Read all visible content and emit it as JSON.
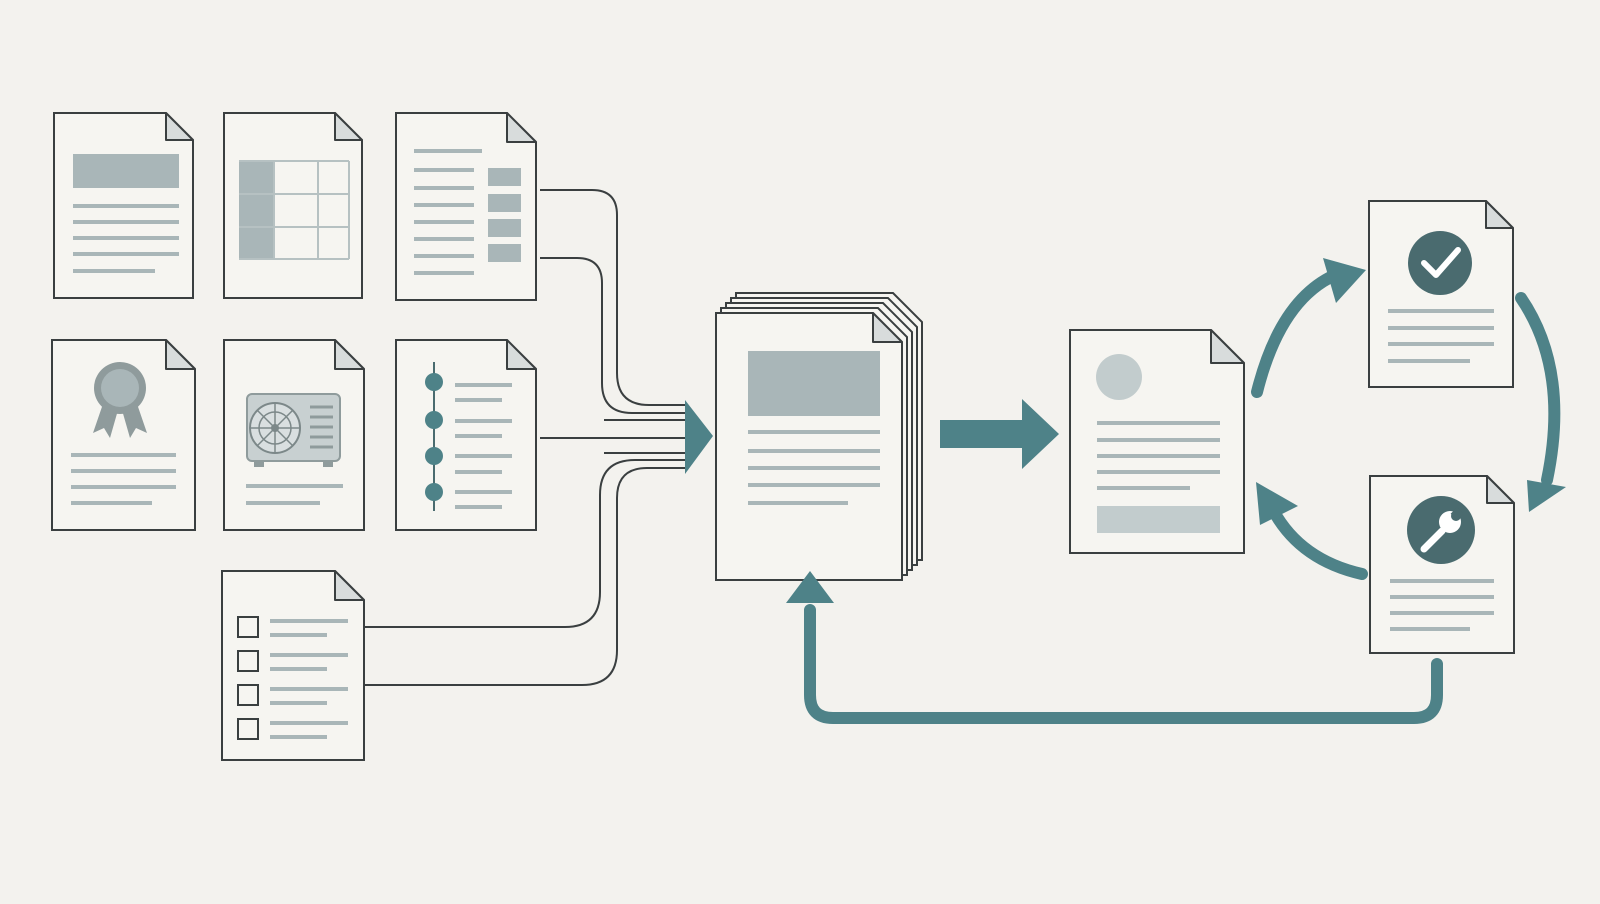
{
  "colors": {
    "background": "#f3f2ee",
    "paper": "#f6f5f1",
    "outline": "#3a3f40",
    "connector": "#3a3f40",
    "placeholder": "#a9b6b8",
    "placeholder_light": "#c2cccd",
    "accent_teal": "#4e8288",
    "icon_fill": "#4a6b6f",
    "icon_glyph": "#ffffff"
  },
  "icons": {
    "certificate": "award-ribbon-icon",
    "hvac_unit": "air-conditioner-icon",
    "timeline": "timeline-icon",
    "checklist": "checkbox-icon",
    "avatar": "profile-circle-icon",
    "approved": "checkmark-icon",
    "maintenance": "wrench-icon"
  },
  "sources": [
    {
      "name": "report-document",
      "kind": "text-with-header"
    },
    {
      "name": "spreadsheet-document",
      "kind": "table-grid"
    },
    {
      "name": "spec-sheet-document",
      "kind": "text-with-swatches"
    },
    {
      "name": "certificate-document",
      "kind": "certificate"
    },
    {
      "name": "equipment-datasheet-document",
      "kind": "hvac-unit"
    },
    {
      "name": "timeline-document",
      "kind": "timeline"
    },
    {
      "name": "checklist-document",
      "kind": "checklist"
    }
  ],
  "stages": {
    "merge": "compiled-document-stack",
    "output": "profile-document",
    "review": [
      "approved-document",
      "maintenance-document"
    ]
  }
}
